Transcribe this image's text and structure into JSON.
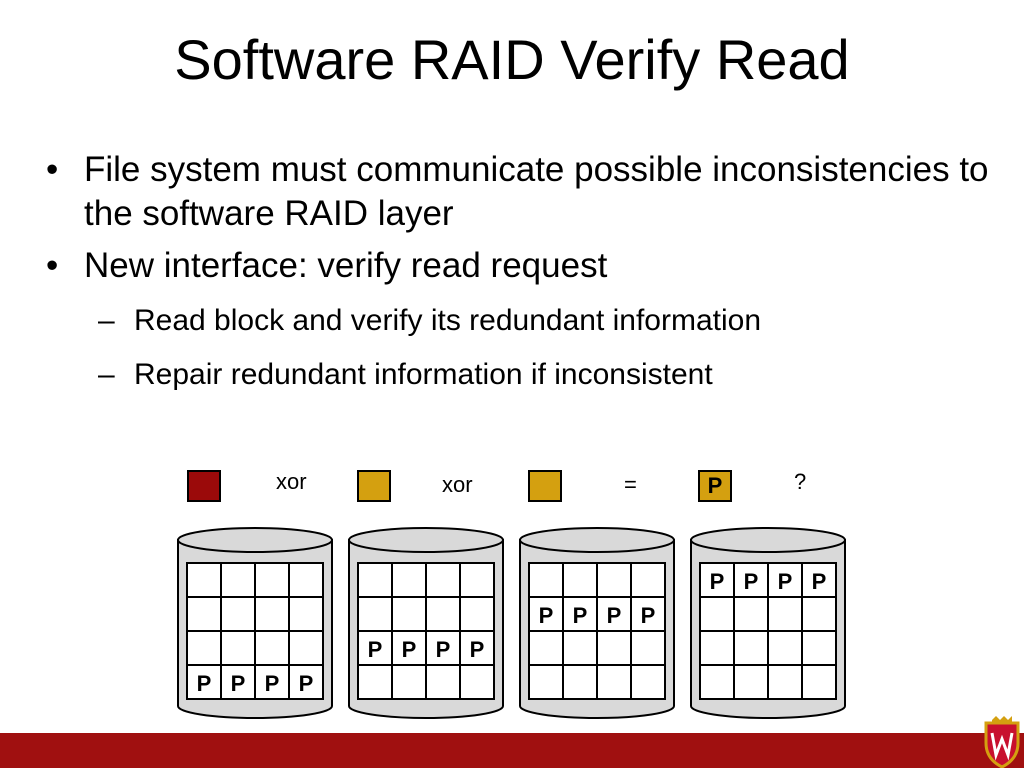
{
  "slide": {
    "title": "Software RAID Verify Read",
    "bullets": [
      "File system must communicate possible inconsistencies to the software RAID layer",
      "New interface:  verify read request"
    ],
    "sub_bullets": [
      "Read block and verify its redundant information",
      "Repair redundant information if inconsistent"
    ],
    "bullet_glyph": "•",
    "dash_glyph": "–"
  },
  "legend": {
    "ops": [
      "xor",
      "xor",
      "=",
      "?"
    ],
    "parity_label": "P",
    "colors": {
      "red": "#9b0a0a",
      "gold": "#d4a010"
    }
  },
  "disks": [
    {
      "parity_row": 3,
      "parity_cells": [
        "P",
        "P",
        "P",
        "P"
      ]
    },
    {
      "parity_row": 2,
      "parity_cells": [
        "P",
        "P",
        "P",
        "P"
      ]
    },
    {
      "parity_row": 1,
      "parity_cells": [
        "P",
        "P",
        "P",
        "P"
      ]
    },
    {
      "parity_row": 0,
      "parity_cells": [
        "P",
        "P",
        "P",
        "P"
      ]
    }
  ],
  "theme": {
    "footer": "#a01010",
    "disk_fill": "#d9d9d9",
    "cell_fill": "#ffffff"
  }
}
